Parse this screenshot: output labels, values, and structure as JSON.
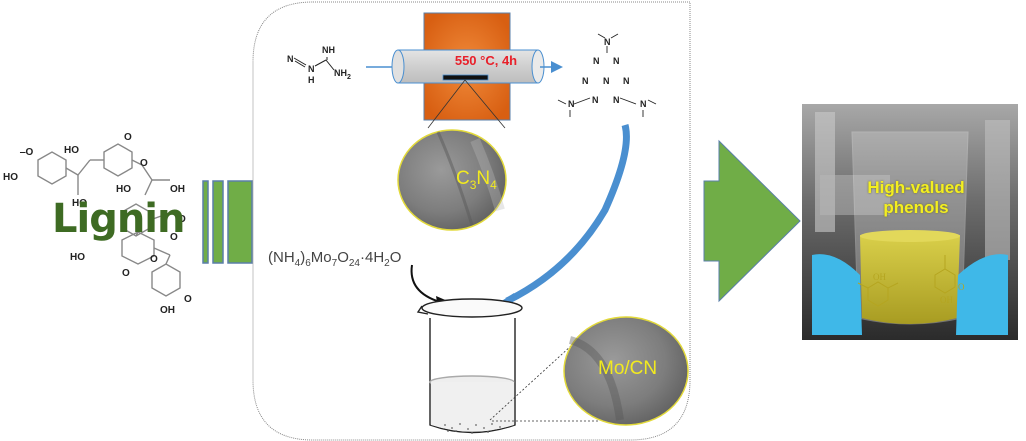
{
  "figure": {
    "type": "graphical-abstract",
    "feedstock": {
      "label": "Lignin"
    },
    "synthesis_panel": {
      "precursor": "dicyandiamide",
      "furnace_condition": "550 °C, 4h",
      "intermediate": "melem (heptazine)",
      "support_label": "C3N4",
      "support_label_parts": {
        "c": "C",
        "sub1": "3",
        "n": "N",
        "sub2": "4"
      },
      "metal_precursor": {
        "t1": "(NH",
        "s1": "4",
        "t2": ")",
        "s2": "6",
        "t3": "Mo",
        "s3": "7",
        "t4": "O",
        "s4": "24",
        "t5": "·4H",
        "s5": "2",
        "t6": "O"
      },
      "catalyst_label": "Mo/CN"
    },
    "product": {
      "line1": "High-valued",
      "line2": "phenols"
    },
    "colors": {
      "arrow_green": "#70ad47",
      "arrow_border": "#5a7fa8",
      "furnace_orange": "#e36c1a",
      "temp_red": "#e8202a",
      "flow_blue": "#4a8fd0",
      "label_yellow": "#f2ea1f",
      "lignin_green": "#3e6b23"
    }
  }
}
